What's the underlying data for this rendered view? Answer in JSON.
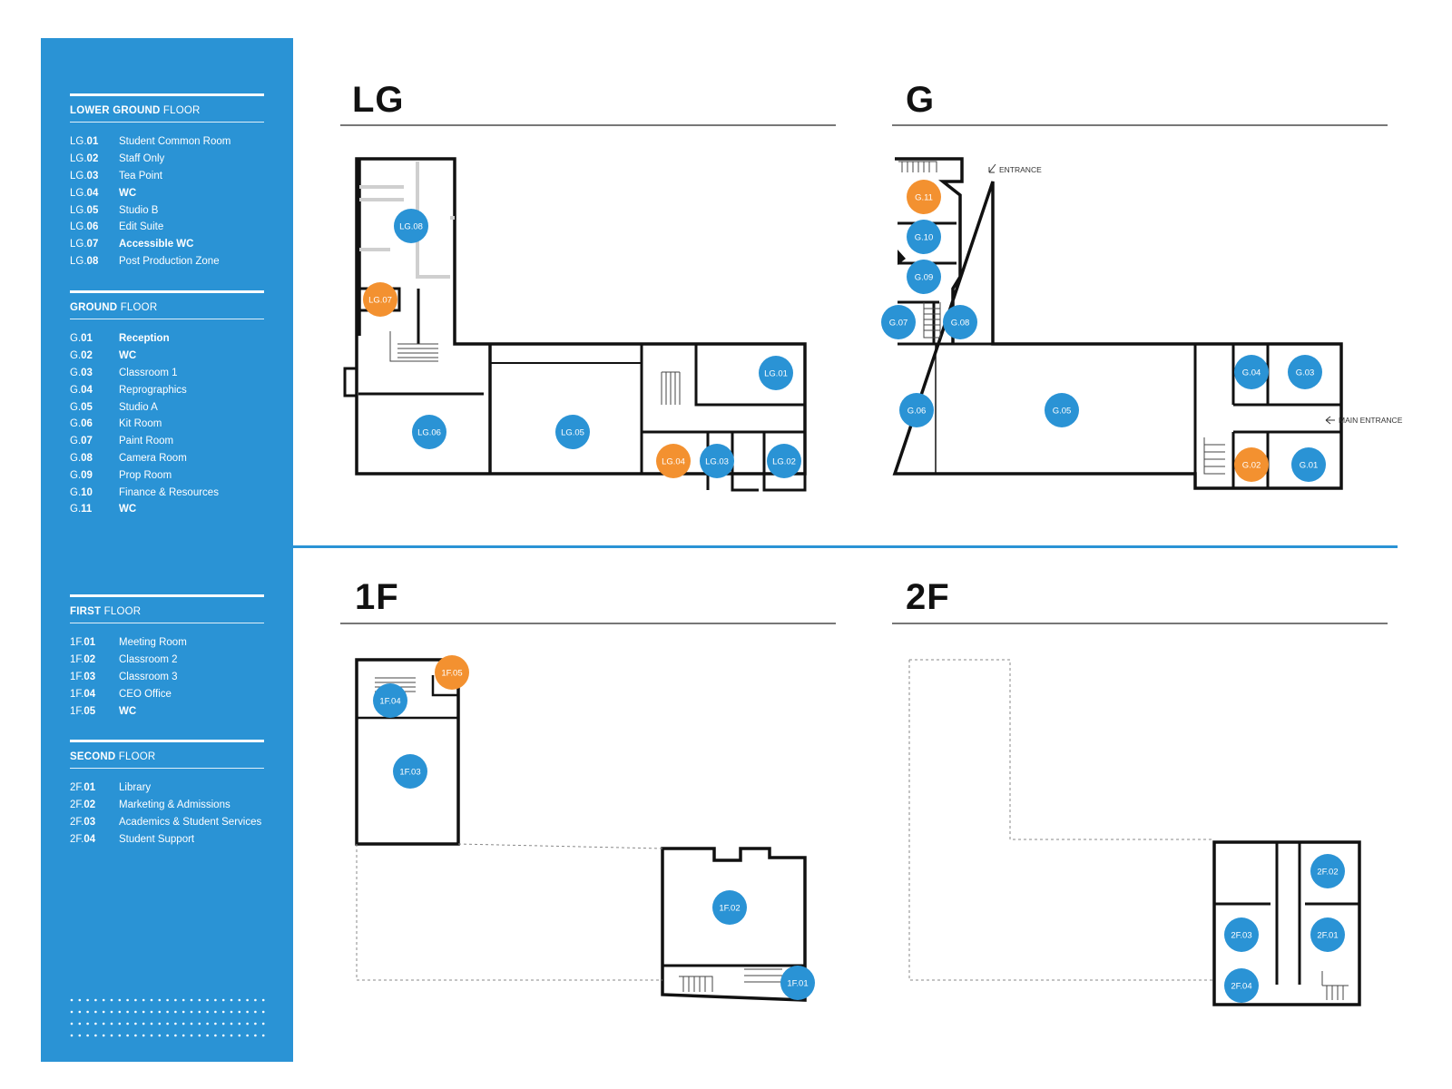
{
  "colors": {
    "sidebar": "#2a93d5",
    "pin_blue": "#2a93d5",
    "pin_orange": "#f39130",
    "wall": "#111111"
  },
  "legend": [
    {
      "title_bold": "LOWER GROUND",
      "title_rest": " FLOOR",
      "rooms": [
        {
          "pre": "LG.",
          "num": "01",
          "name": "Student Common Room",
          "bold": false
        },
        {
          "pre": "LG.",
          "num": "02",
          "name": "Staff Only",
          "bold": false
        },
        {
          "pre": "LG.",
          "num": "03",
          "name": "Tea Point",
          "bold": false
        },
        {
          "pre": "LG.",
          "num": "04",
          "name": "WC",
          "bold": true
        },
        {
          "pre": "LG.",
          "num": "05",
          "name": "Studio B",
          "bold": false
        },
        {
          "pre": "LG.",
          "num": "06",
          "name": "Edit Suite",
          "bold": false
        },
        {
          "pre": "LG.",
          "num": "07",
          "name": "Accessible WC",
          "bold": true
        },
        {
          "pre": "LG.",
          "num": "08",
          "name": "Post Production Zone",
          "bold": false
        }
      ]
    },
    {
      "title_bold": "GROUND",
      "title_rest": " FLOOR",
      "rooms": [
        {
          "pre": "G.",
          "num": "01",
          "name": "Reception",
          "bold": true
        },
        {
          "pre": "G.",
          "num": "02",
          "name": "WC",
          "bold": true
        },
        {
          "pre": "G.",
          "num": "03",
          "name": "Classroom 1",
          "bold": false
        },
        {
          "pre": "G.",
          "num": "04",
          "name": "Reprographics",
          "bold": false
        },
        {
          "pre": "G.",
          "num": "05",
          "name": "Studio A",
          "bold": false
        },
        {
          "pre": "G.",
          "num": "06",
          "name": "Kit Room",
          "bold": false
        },
        {
          "pre": "G.",
          "num": "07",
          "name": "Paint Room",
          "bold": false
        },
        {
          "pre": "G.",
          "num": "08",
          "name": "Camera Room",
          "bold": false
        },
        {
          "pre": "G.",
          "num": "09",
          "name": "Prop Room",
          "bold": false
        },
        {
          "pre": "G.",
          "num": "10",
          "name": "Finance & Resources",
          "bold": false
        },
        {
          "pre": "G.",
          "num": "11",
          "name": "WC",
          "bold": true
        }
      ]
    },
    {
      "title_bold": "FIRST",
      "title_rest": " FLOOR",
      "rooms": [
        {
          "pre": "1F.",
          "num": "01",
          "name": "Meeting Room",
          "bold": false
        },
        {
          "pre": "1F.",
          "num": "02",
          "name": "Classroom 2",
          "bold": false
        },
        {
          "pre": "1F.",
          "num": "03",
          "name": "Classroom 3",
          "bold": false
        },
        {
          "pre": "1F.",
          "num": "04",
          "name": "CEO Office",
          "bold": false
        },
        {
          "pre": "1F.",
          "num": "05",
          "name": "WC",
          "bold": true
        }
      ]
    },
    {
      "title_bold": "SECOND",
      "title_rest": " FLOOR",
      "rooms": [
        {
          "pre": "2F.",
          "num": "01",
          "name": "Library",
          "bold": false
        },
        {
          "pre": "2F.",
          "num": "02",
          "name": "Marketing & Admissions",
          "bold": false
        },
        {
          "pre": "2F.",
          "num": "03",
          "name": "Academics & Student Services",
          "bold": false
        },
        {
          "pre": "2F.",
          "num": "04",
          "name": "Student Support",
          "bold": false
        }
      ]
    }
  ],
  "floors": {
    "lg": "LG",
    "g": "G",
    "f1": "1F",
    "f2": "2F"
  },
  "notes": {
    "entrance": "ENTRANCE",
    "main_entrance": "MAIN ENTRANCE"
  },
  "pins": {
    "lg01": {
      "label": "LG.01",
      "color": "blue"
    },
    "lg02": {
      "label": "LG.02",
      "color": "blue"
    },
    "lg03": {
      "label": "LG.03",
      "color": "blue"
    },
    "lg04": {
      "label": "LG.04",
      "color": "orange"
    },
    "lg05": {
      "label": "LG.05",
      "color": "blue"
    },
    "lg06": {
      "label": "LG.06",
      "color": "blue"
    },
    "lg07": {
      "label": "LG.07",
      "color": "orange"
    },
    "lg08": {
      "label": "LG.08",
      "color": "blue"
    },
    "g01": {
      "label": "G.01",
      "color": "blue"
    },
    "g02": {
      "label": "G.02",
      "color": "orange"
    },
    "g03": {
      "label": "G.03",
      "color": "blue"
    },
    "g04": {
      "label": "G.04",
      "color": "blue"
    },
    "g05": {
      "label": "G.05",
      "color": "blue"
    },
    "g06": {
      "label": "G.06",
      "color": "blue"
    },
    "g07": {
      "label": "G.07",
      "color": "blue"
    },
    "g08": {
      "label": "G.08",
      "color": "blue"
    },
    "g09": {
      "label": "G.09",
      "color": "blue"
    },
    "g10": {
      "label": "G.10",
      "color": "blue"
    },
    "g11": {
      "label": "G.11",
      "color": "orange"
    },
    "f101": {
      "label": "1F.01",
      "color": "blue"
    },
    "f102": {
      "label": "1F.02",
      "color": "blue"
    },
    "f103": {
      "label": "1F.03",
      "color": "blue"
    },
    "f104": {
      "label": "1F.04",
      "color": "blue"
    },
    "f105": {
      "label": "1F.05",
      "color": "orange"
    },
    "f201": {
      "label": "2F.01",
      "color": "blue"
    },
    "f202": {
      "label": "2F.02",
      "color": "blue"
    },
    "f203": {
      "label": "2F.03",
      "color": "blue"
    },
    "f204": {
      "label": "2F.04",
      "color": "blue"
    }
  }
}
